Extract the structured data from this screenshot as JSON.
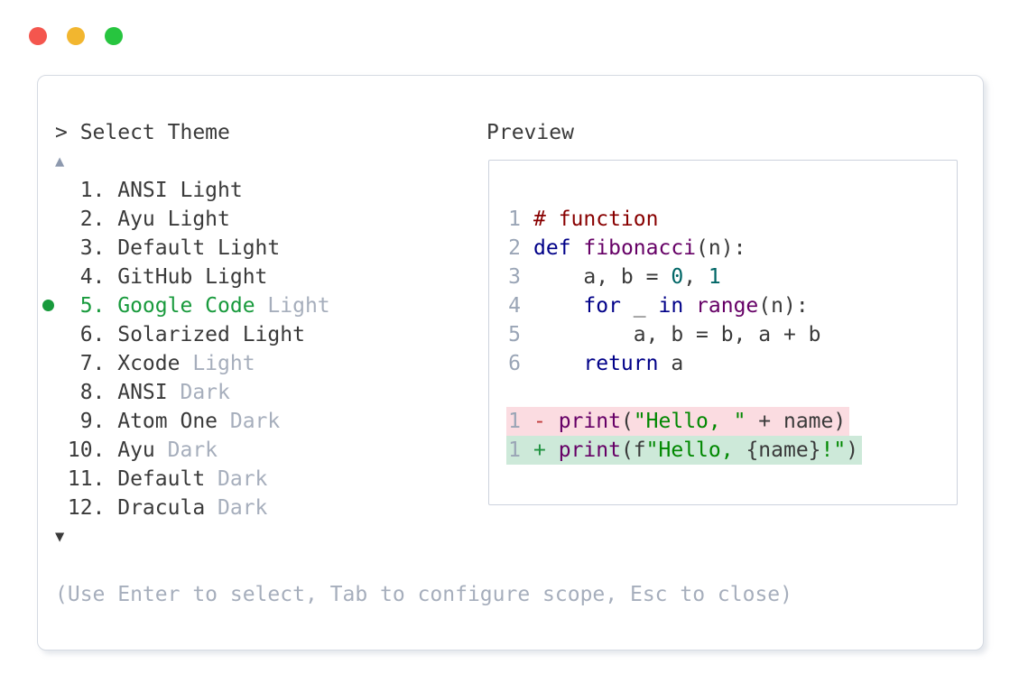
{
  "window_controls": {
    "close": "close",
    "minimize": "minimize",
    "maximize": "maximize"
  },
  "picker": {
    "title": "> Select Theme",
    "scroll_up": "▲",
    "scroll_down": "▼",
    "items": [
      {
        "num": "1",
        "name": "ANSI Light",
        "variant": "",
        "selected": false
      },
      {
        "num": "2",
        "name": "Ayu Light",
        "variant": "",
        "selected": false
      },
      {
        "num": "3",
        "name": "Default Light",
        "variant": "",
        "selected": false
      },
      {
        "num": "4",
        "name": "GitHub Light",
        "variant": "",
        "selected": false
      },
      {
        "num": "5",
        "name": "Google Code",
        "variant": "Light",
        "selected": true
      },
      {
        "num": "6",
        "name": "Solarized Light",
        "variant": "",
        "selected": false
      },
      {
        "num": "7",
        "name": "Xcode",
        "variant": "Light",
        "selected": false
      },
      {
        "num": "8",
        "name": "ANSI",
        "variant": "Dark",
        "selected": false
      },
      {
        "num": "9",
        "name": "Atom One",
        "variant": "Dark",
        "selected": false
      },
      {
        "num": "10",
        "name": "Ayu",
        "variant": "Dark",
        "selected": false
      },
      {
        "num": "11",
        "name": "Default",
        "variant": "Dark",
        "selected": false
      },
      {
        "num": "12",
        "name": "Dracula",
        "variant": "Dark",
        "selected": false
      }
    ],
    "footer": "(Use Enter to select, Tab to configure scope, Esc to close)"
  },
  "preview": {
    "label": "Preview",
    "code_lines": [
      {
        "ln": "1",
        "diff": "",
        "tokens": [
          [
            "# function",
            "comment"
          ]
        ]
      },
      {
        "ln": "2",
        "diff": "",
        "tokens": [
          [
            "def",
            "kw"
          ],
          [
            " ",
            "plain"
          ],
          [
            "fibonacci",
            "title"
          ],
          [
            "(n):",
            "plain"
          ]
        ]
      },
      {
        "ln": "3",
        "diff": "",
        "tokens": [
          [
            "    a, b = ",
            "plain"
          ],
          [
            "0",
            "num"
          ],
          [
            ", ",
            "plain"
          ],
          [
            "1",
            "num"
          ]
        ]
      },
      {
        "ln": "4",
        "diff": "",
        "tokens": [
          [
            "    ",
            "plain"
          ],
          [
            "for",
            "kw"
          ],
          [
            " _ ",
            "plain"
          ],
          [
            "in",
            "kw"
          ],
          [
            " ",
            "plain"
          ],
          [
            "range",
            "title"
          ],
          [
            "(n):",
            "plain"
          ]
        ]
      },
      {
        "ln": "5",
        "diff": "",
        "tokens": [
          [
            "        a, b = b, a + b",
            "plain"
          ]
        ]
      },
      {
        "ln": "6",
        "diff": "",
        "tokens": [
          [
            "    ",
            "plain"
          ],
          [
            "return",
            "kw"
          ],
          [
            " a",
            "plain"
          ]
        ]
      },
      {
        "ln": "",
        "diff": "",
        "tokens": []
      },
      {
        "ln": "1",
        "diff": "removed",
        "tokens": [
          [
            "- ",
            "minus"
          ],
          [
            "print",
            "title"
          ],
          [
            "(",
            "plain"
          ],
          [
            "\"Hello, \"",
            "str"
          ],
          [
            " + name)",
            "plain"
          ]
        ]
      },
      {
        "ln": "1",
        "diff": "added",
        "tokens": [
          [
            "+ ",
            "plus"
          ],
          [
            "print",
            "title"
          ],
          [
            "(f",
            "plain"
          ],
          [
            "\"Hello, ",
            "str"
          ],
          [
            "{name}",
            "plain"
          ],
          [
            "!\"",
            "str"
          ],
          [
            ")",
            "plain"
          ]
        ]
      }
    ]
  },
  "colors": {
    "accent-green": "#189a3c",
    "text-dark": "#3a3a3a",
    "text-muted": "#a6aebc",
    "line-number": "#9aa5b6",
    "scroll-up": "#8d99ae",
    "border": "#d5dae2",
    "code-plain": "#3a3a3a",
    "code-comment": "#880000",
    "code-keyword": "#000088",
    "code-title": "#660066",
    "code-number": "#006666",
    "code-string": "#008800",
    "diff-minus": "#c13b3b",
    "diff-plus": "#1f9240",
    "removed-bg": "#fbdce1",
    "added-bg": "#cde9d9",
    "traffic-red": "#f4564e",
    "traffic-yellow": "#f2b62f",
    "traffic-green": "#27c53f"
  }
}
